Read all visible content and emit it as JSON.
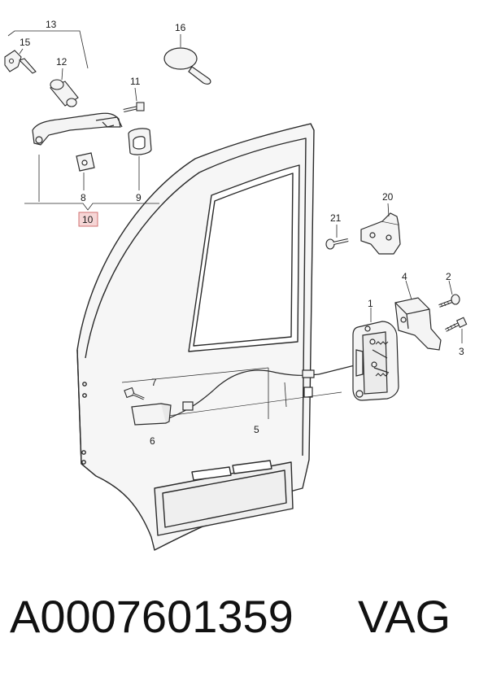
{
  "callouts": {
    "c1": "1",
    "c2": "2",
    "c3": "3",
    "c4": "4",
    "c5": "5",
    "c6": "6",
    "c7": "7",
    "c8": "8",
    "c9": "9",
    "c10": "10",
    "c11": "11",
    "c12": "12",
    "c13": "13",
    "c15": "15",
    "c16": "16",
    "c20": "20",
    "c21": "21"
  },
  "footer": {
    "part_number": "A0007601359",
    "brand": "VAG"
  },
  "colors": {
    "line": "#2a2a2a",
    "part_fill": "#f4f4f4",
    "highlight_fill": "#f6d6d6",
    "highlight_stroke": "#d07070"
  }
}
